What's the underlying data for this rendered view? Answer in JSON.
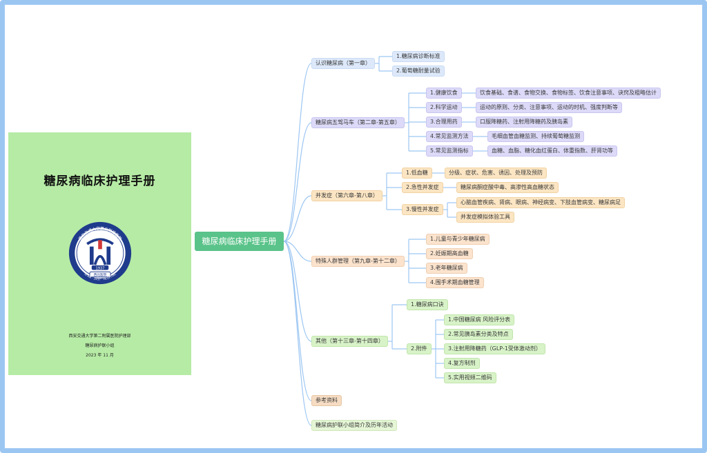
{
  "cover": {
    "title": "糖尿病临床护理手册",
    "seal": {
      "ring_text": "西安交通大学第二附属医院",
      "ring_text_en": "XI'AN · 1937 · HOSPITAL",
      "year": "1937",
      "ribbon": "西北医院",
      "color": "#1f3b8c"
    },
    "org_line1": "西安交通大学第二附属医院护理部",
    "org_line2": "糖尿病护联小组",
    "date": "2023 年 11 月"
  },
  "mindmap": {
    "root": "糖尿病临床护理手册",
    "colors": {
      "root": "#5ac389",
      "link": "#9cc6f2"
    },
    "branches": [
      {
        "label": "认识糖尿病（第一章）",
        "children": [
          {
            "label": "1.糖尿病诊断标准"
          },
          {
            "label": "2.葡萄糖耐量试验"
          }
        ]
      },
      {
        "label": "糖尿病五驾马车（第二章-第五章）",
        "children": [
          {
            "label": "1.健康饮食",
            "detail": "饮食基础、食谱、食物交换、食物标签、饮食注意事项、诀窍及粗略估计"
          },
          {
            "label": "2.科学运动",
            "detail": "运动的原则、分类、注意事项、运动的时机、强度判断等"
          },
          {
            "label": "3.合理用药",
            "detail": "口服降糖药、注射用降糖药及胰岛素"
          },
          {
            "label": "4.常见监测方法",
            "detail": "毛细血管血糖监测、持续葡萄糖监测"
          },
          {
            "label": "5.常见监测指标",
            "detail": "血糖、血脂、糖化血红蛋白、体重指数、肝肾功等"
          }
        ]
      },
      {
        "label": "并发症（第六章-第八章）",
        "children": [
          {
            "label": "1.低血糖",
            "detail": "分级、症状、危害、诱因、处理及预防"
          },
          {
            "label": "2.急性并发症",
            "detail": "糖尿病酮症酸中毒、高渗性高血糖状态"
          },
          {
            "label": "3.慢性并发症",
            "detail": "心脑血管疾病、肾病、眼病、神经病变、下肢血管病变、糖尿病足",
            "detail2": "并发症模拟体验工具"
          }
        ]
      },
      {
        "label": "特殊人群管理（第九章-第十二章）",
        "children": [
          {
            "label": "1.儿童与青少年糖尿病"
          },
          {
            "label": "2.妊娠期高血糖"
          },
          {
            "label": "3.老年糖尿病"
          },
          {
            "label": "4.围手术期血糖管理"
          }
        ]
      },
      {
        "label": "其他（第十三章-第十四章）",
        "children": [
          {
            "label": "1.糖尿病口诀"
          },
          {
            "label": "2.附件",
            "items": [
              "1.中国糖尿病 风险评分表",
              "2.常见胰岛素分类及特点",
              "3.注射用降糖药（GLP-1受体激动剂）",
              "4.复方制剂",
              "5.实用视频二维码"
            ]
          }
        ]
      },
      {
        "label": "参考资料"
      },
      {
        "label": "糖尿病护联小组简介及历年活动"
      }
    ]
  }
}
